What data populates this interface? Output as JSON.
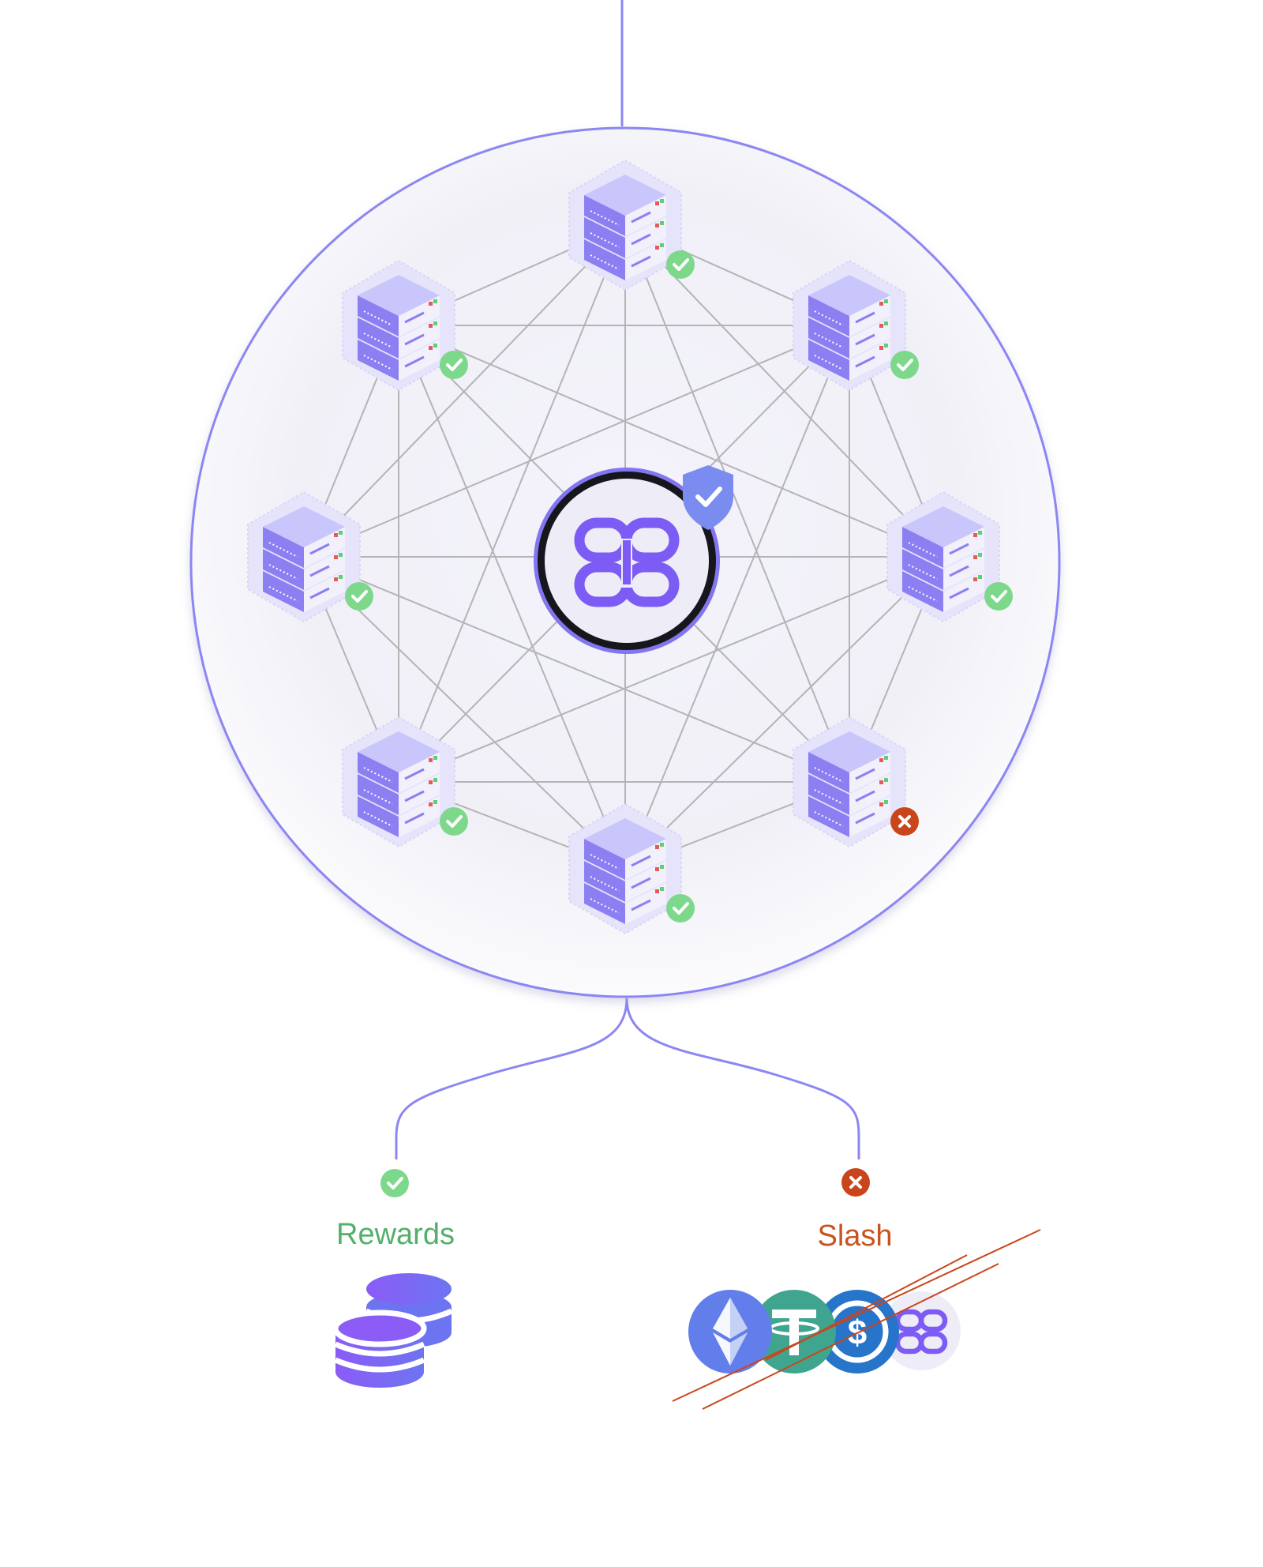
{
  "colors": {
    "accent": "#7b6cf0",
    "line": "#8c86f2",
    "server_top": "#c9c6fb",
    "server_side": "#8c7ff2",
    "server_front": "#a79ff7",
    "mesh_line": "#b4b4b4",
    "status_ok": "#7ed88c",
    "status_fail": "#c9461c",
    "rewards_text": "#52b06a",
    "slash_text": "#c9531f",
    "shield": "#7b8cf0",
    "eth": "#627eea",
    "usdt": "#3fa58f",
    "usdc": "#2775ca"
  },
  "network": {
    "center_icon": "logo-icon",
    "center_badge": "shield-check-icon",
    "nodes": [
      {
        "name": "node-top",
        "status": "ok"
      },
      {
        "name": "node-upper-right",
        "status": "ok"
      },
      {
        "name": "node-right",
        "status": "ok"
      },
      {
        "name": "node-lower-right",
        "status": "fail"
      },
      {
        "name": "node-bottom",
        "status": "ok"
      },
      {
        "name": "node-lower-left",
        "status": "ok"
      },
      {
        "name": "node-left",
        "status": "ok"
      },
      {
        "name": "node-upper-left",
        "status": "ok"
      }
    ]
  },
  "outcomes": {
    "rewards": {
      "label": "Rewards",
      "status": "ok",
      "icon": "coins-stack-icon"
    },
    "slash": {
      "label": "Slash",
      "status": "fail",
      "tokens": [
        "eth-icon",
        "usdt-icon",
        "usdc-icon",
        "logo-icon"
      ],
      "strike_icon": "strike-lines-icon"
    }
  }
}
